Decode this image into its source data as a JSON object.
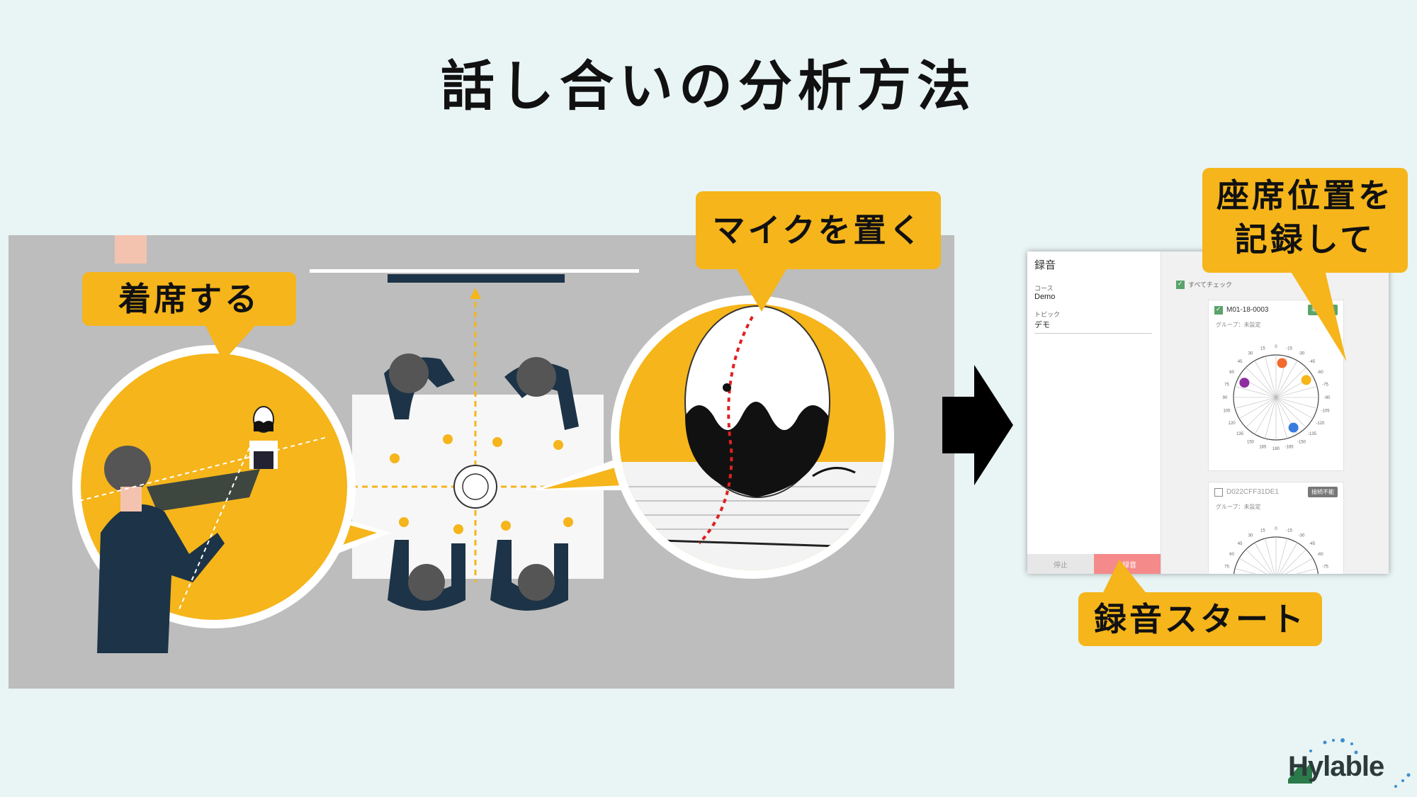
{
  "slide": {
    "title": "話し合いの分析方法"
  },
  "callouts": {
    "sit": "着席する",
    "place_mic": "マイクを置く",
    "record_seat_line1": "座席位置を",
    "record_seat_line2": "記録して",
    "start_recording": "録音スタート"
  },
  "app": {
    "title": "録音",
    "course_label": "コース",
    "course_value": "Demo",
    "topic_label": "トピック",
    "topic_value": "デモ",
    "check_all": "すべてチェック",
    "stop_label": "停止",
    "record_label": "録音",
    "devices": [
      {
        "id": "M01-18-0003",
        "status": "準備完了",
        "group": "グループ：未設定",
        "checked": true
      },
      {
        "id": "D022CFF31DE1",
        "status": "接続不能",
        "group": "グループ：未設定",
        "checked": false
      }
    ],
    "dial_ticks": [
      "0",
      "-15",
      "-30",
      "-45",
      "-60",
      "-75",
      "-90",
      "-105",
      "-120",
      "-135",
      "-150",
      "-165",
      "180",
      "165",
      "150",
      "135",
      "120",
      "105",
      "90",
      "75",
      "60",
      "45",
      "30",
      "15"
    ]
  },
  "brand": {
    "logo_text": "Hylable"
  },
  "colors": {
    "accent": "#f5b51b",
    "background": "#e9f4f4",
    "scene": "#bdbdbd",
    "navy": "#1d3347"
  }
}
